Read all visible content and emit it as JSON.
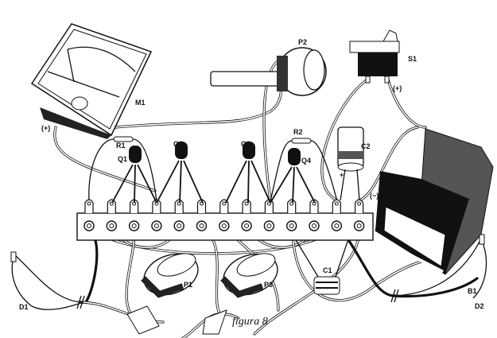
{
  "figure": {
    "caption": "figura 8",
    "labels": {
      "meter": "M1",
      "meter_plus": "(+)",
      "r1": "R1",
      "r2": "R2",
      "q1": "Q1",
      "q2": "Q2",
      "q3": "Q3",
      "q4": "Q4",
      "c1": "C1",
      "c2": "C2",
      "c2_plus": "+",
      "p1": "P1",
      "p2": "P2",
      "p3": "P3",
      "s1": "S1",
      "s1_plus": "(+)",
      "battery_minus": "(−)",
      "b1": "B1",
      "d1": "D1",
      "d2": "D2"
    },
    "terminal_count": 13
  }
}
